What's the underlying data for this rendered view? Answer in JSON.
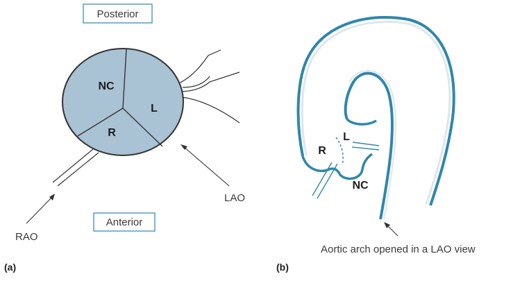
{
  "panel_a": {
    "tag": "(a)",
    "top_label": "Posterior",
    "bottom_label": "Anterior",
    "cusps": {
      "nc": "NC",
      "l": "L",
      "r": "R"
    },
    "view_left": "RAO",
    "view_right": "LAO"
  },
  "panel_b": {
    "tag": "(b)",
    "cusps": {
      "l": "L",
      "r": "R",
      "nc": "NC"
    },
    "caption": "Aortic arch opened in a LAO view"
  },
  "colors": {
    "valve_fill": "#a9c2d4",
    "outline": "#333333",
    "box_border": "#3a8fb5",
    "aorta_stroke": "#2f87ad",
    "aorta_inner": "#dfe6ec"
  }
}
